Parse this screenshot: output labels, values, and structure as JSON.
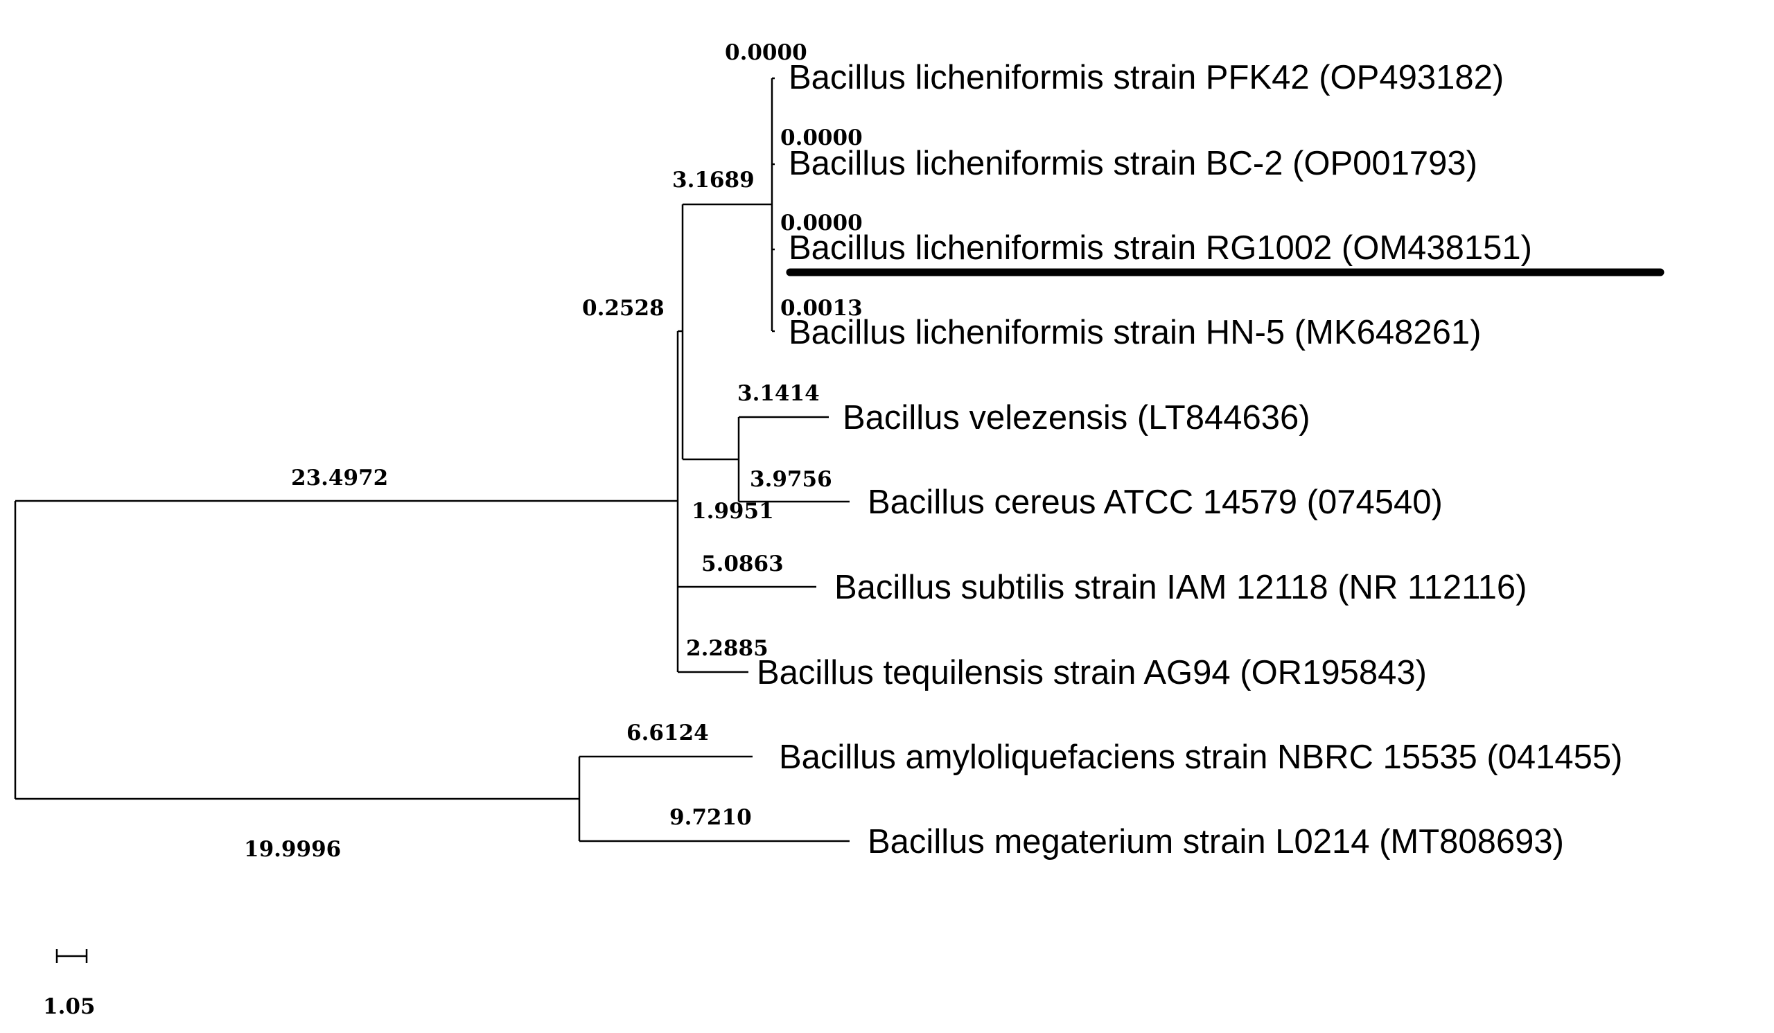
{
  "taxa": [
    {
      "id": "pfk42",
      "label": "Bacillus licheniformis strain PFK42 (OP493182)",
      "branch_length": "0.0000"
    },
    {
      "id": "bc2",
      "label": "Bacillus licheniformis strain BC-2 (OP001793)",
      "branch_length": "0.0000"
    },
    {
      "id": "rg1002",
      "label": "Bacillus licheniformis strain RG1002 (OM438151)",
      "branch_length": "0.0000",
      "highlighted": true
    },
    {
      "id": "hn5",
      "label": "Bacillus licheniformis strain HN-5 (MK648261)",
      "branch_length": "0.0013"
    },
    {
      "id": "velezensis",
      "label": "Bacillus velezensis (LT844636)",
      "branch_length": "3.1414"
    },
    {
      "id": "cereus",
      "label": "Bacillus cereus ATCC 14579 (074540)",
      "branch_length": "3.9756"
    },
    {
      "id": "subtilis",
      "label": "Bacillus subtilis strain IAM 12118 (NR 112116)",
      "branch_length": "5.0863"
    },
    {
      "id": "tequilensis",
      "label": "Bacillus tequilensis strain AG94 (OR195843)",
      "branch_length": "2.2885"
    },
    {
      "id": "amylo",
      "label": "Bacillus amyloliquefaciens strain NBRC 15535 (041455)",
      "branch_length": "6.6124"
    },
    {
      "id": "megaterium",
      "label": "Bacillus megaterium strain L0214 (MT808693)",
      "branch_length": "9.7210"
    }
  ],
  "internal_branches": {
    "licheniformis_clade": "3.1689",
    "velezensis_cereus_clade": "1.9951",
    "upper_group": "0.2528",
    "root_to_upper": "23.4972",
    "root_to_lower": "19.9996"
  },
  "scale_bar": {
    "value": "1.05"
  },
  "colors": {
    "line": "#000000",
    "background": "#ffffff"
  }
}
